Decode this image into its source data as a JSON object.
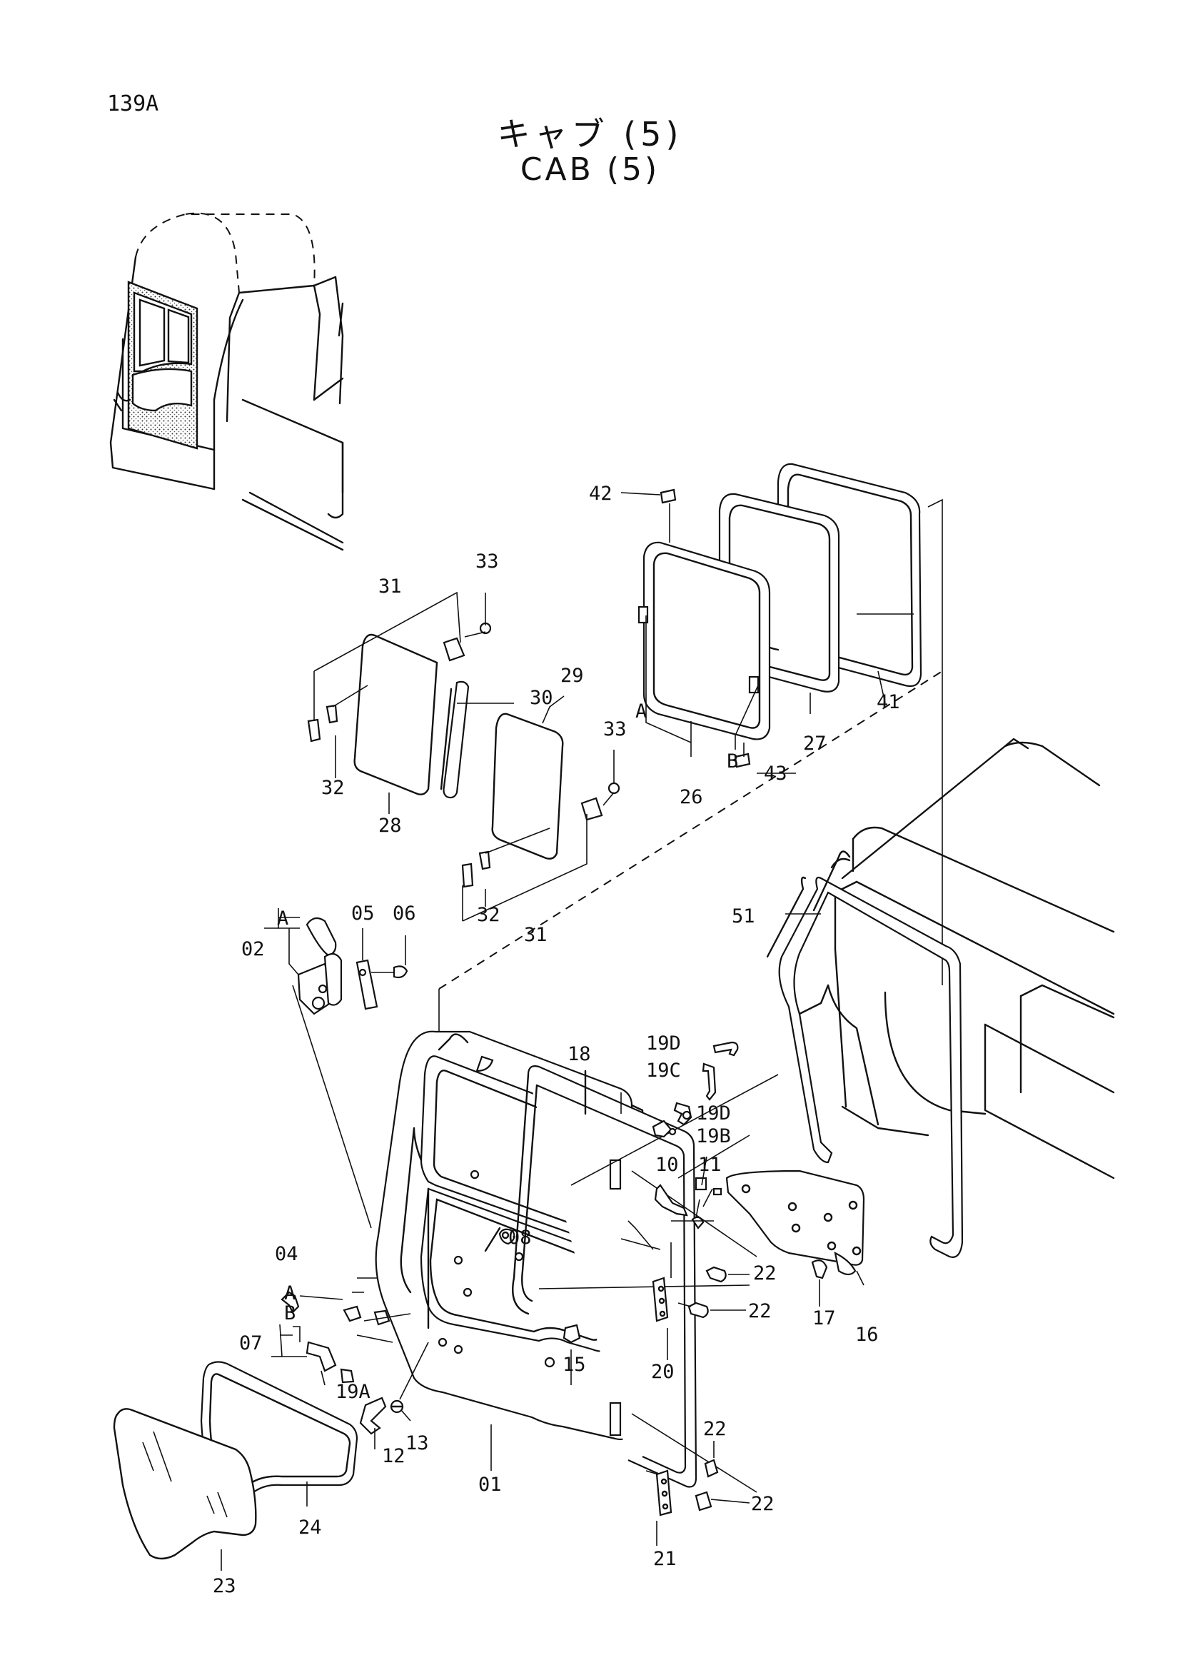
{
  "header": {
    "page_no": "139A",
    "title_jp": "キャブ (5)",
    "title_en": "CAB (5)"
  },
  "callouts": {
    "c42": "42",
    "c43": "43",
    "c41": "41",
    "c27": "27",
    "c26": "26",
    "cA_top": "A",
    "cB_top": "B",
    "c31_top": "31",
    "c33_a": "33",
    "c30": "30",
    "c29": "29",
    "c33_b": "33",
    "c32_a": "32",
    "c28": "28",
    "c32_b": "32",
    "c31_bot": "31",
    "cA_handle": "A",
    "c02": "02",
    "c05": "05",
    "c06": "06",
    "c51": "51",
    "c19D_a": "19D",
    "c19C": "19C",
    "c19D_b": "19D",
    "c19B": "19B",
    "c18": "18",
    "c10": "10",
    "c11": "11",
    "c08": "08",
    "c04": "04",
    "cA_lower": "A",
    "cB_lower": "B",
    "c07": "07",
    "c19A": "19A",
    "c22_a": "22",
    "c22_b": "22",
    "c17": "17",
    "c16": "16",
    "c15": "15",
    "c20": "20",
    "c13": "13",
    "c12": "12",
    "c01": "01",
    "c22_c": "22",
    "c22_d": "22",
    "c24": "24",
    "c23": "23",
    "c21": "21"
  }
}
